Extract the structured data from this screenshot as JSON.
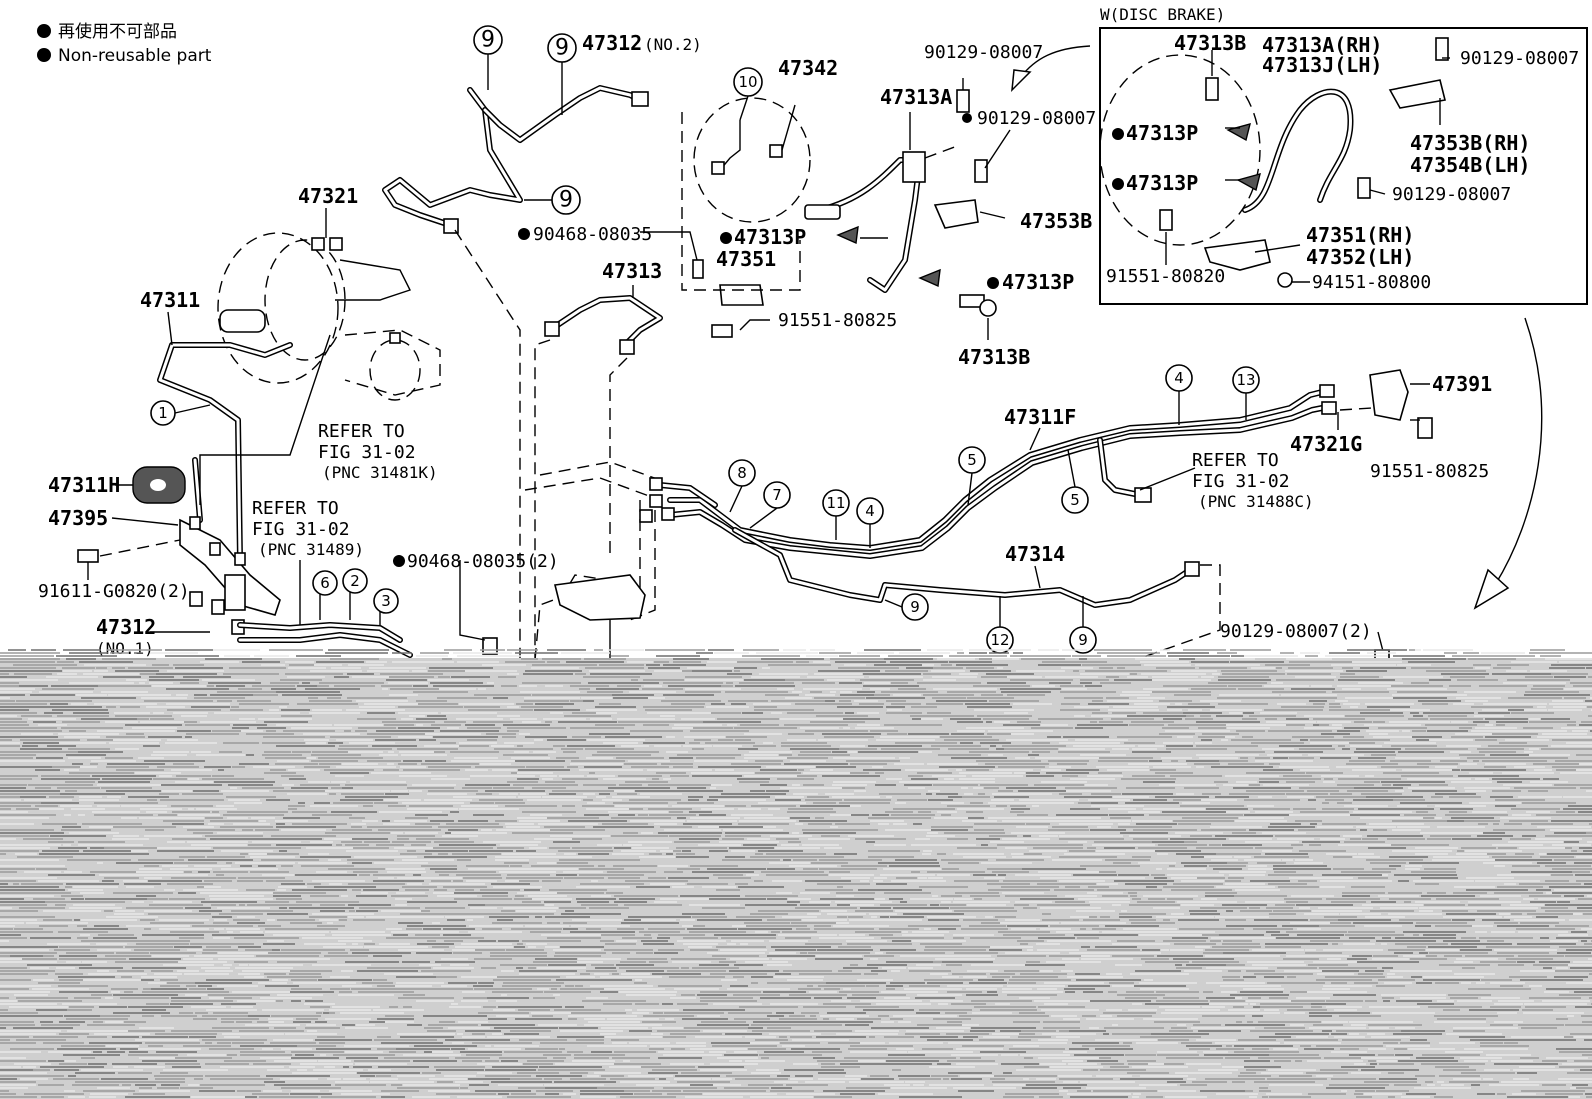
{
  "legend": {
    "jp": "再使用不可部品",
    "en": "Non-reusable part"
  },
  "inset": {
    "title": "W(DISC BRAKE)",
    "labels": {
      "l47313B": "47313B",
      "l47313A_RH": "47313A(RH)",
      "l47313J_LH": "47313J(LH)",
      "l90129_a": "90129-08007",
      "l47313P_a": "47313P",
      "l47313P_b": "47313P",
      "l47353B_RH": "47353B(RH)",
      "l47354B_LH": "47354B(LH)",
      "l90129_b": "90129-08007",
      "l47351_RH": "47351(RH)",
      "l47352_LH": "47352(LH)",
      "l91551": "91551-80820",
      "l94151": "94151-80800"
    }
  },
  "labels": {
    "l47312_no2": "47312",
    "l47312_no2_suffix": "(NO.2)",
    "l47342": "47342",
    "l47313A": "47313A",
    "l90129_top": "90129-08007",
    "l90129_mid": "90129-08007",
    "l47353B": "47353B",
    "l47321": "47321",
    "l90468_a": "90468-08035",
    "l47313P_a": "47313P",
    "l47351": "47351",
    "l47313": "47313",
    "l91551_a": "91551-80825",
    "l47313P_b": "47313P",
    "l47313B": "47313B",
    "l47311": "47311",
    "refer1_a": "REFER TO",
    "refer1_b": "FIG 31-02",
    "refer1_c": "(PNC 31481K)",
    "l47311H": "47311H",
    "l47395": "47395",
    "refer2_a": "REFER TO",
    "refer2_b": "FIG 31-02",
    "refer2_c": "(PNC 31489)",
    "l90468_b": "90468-08035(2)",
    "l91611": "91611-G0820(2)",
    "l47312_no1": "47312",
    "l47312_no1_suffix": "(NO.1)",
    "l47311F": "47311F",
    "refer3_a": "REFER TO",
    "refer3_b": "FIG 31-02",
    "refer3_c": "(PNC 31488C)",
    "l47391": "47391",
    "l47321G": "47321G",
    "l91551_b": "91551-80825",
    "l47314": "47314",
    "l90129_bottom": "90129-08007(2)"
  },
  "callouts": {
    "c9a": "9",
    "c9b": "9",
    "c9c": "9",
    "c10": "10",
    "c1": "1",
    "c6": "6",
    "c2": "2",
    "c3": "3",
    "c8": "8",
    "c7": "7",
    "c11": "11",
    "c4a": "4",
    "c5a": "5",
    "c5b": "5",
    "c4b": "4",
    "c13": "13",
    "c9d": "9",
    "c12": "12",
    "c9e": "9"
  }
}
